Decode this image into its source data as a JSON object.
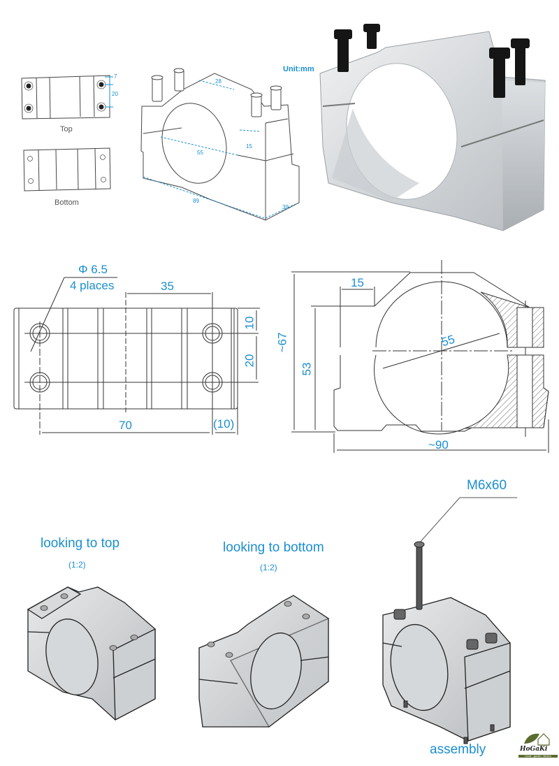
{
  "colors": {
    "dimension_blue": "#1a8fd0",
    "line": "#333333",
    "metal_light": "#e2e4e6",
    "metal_mid": "#c8cbce",
    "metal_dark": "#9aa0a4",
    "bolt": "#111111",
    "logo_green": "#5a6b2e"
  },
  "top_panel": {
    "unit_label": "Unit:mm",
    "top_view": {
      "label": "Top",
      "dims": [
        "7",
        "20"
      ]
    },
    "bottom_view": {
      "label": "Bottom"
    },
    "iso_view": {
      "dims": [
        "28",
        "55",
        "15",
        "89",
        "39"
      ]
    }
  },
  "plan_view": {
    "hole_callout_line1": "Φ 6.5",
    "hole_callout_line2": "4 places",
    "dims": {
      "center_offset": "35",
      "edge_to_hole": "10",
      "hole_spacing": "20",
      "hole_span": "70",
      "edge_offset": "(10)"
    }
  },
  "section_view": {
    "dims": {
      "ledge_width": "15",
      "overall_height": "~67",
      "body_height": "53",
      "bore_diameter": "55",
      "overall_width": "~90"
    }
  },
  "iso_views": {
    "top": {
      "title": "looking to top",
      "scale": "(1:2)"
    },
    "bottom": {
      "title": "looking to bottom",
      "scale": "(1:2)"
    },
    "assembly": {
      "title": "assembly",
      "bolt_callout": "M6x60"
    }
  },
  "logo": {
    "name": "HoGaKi",
    "tagline": "Home · garden · kitchen"
  }
}
